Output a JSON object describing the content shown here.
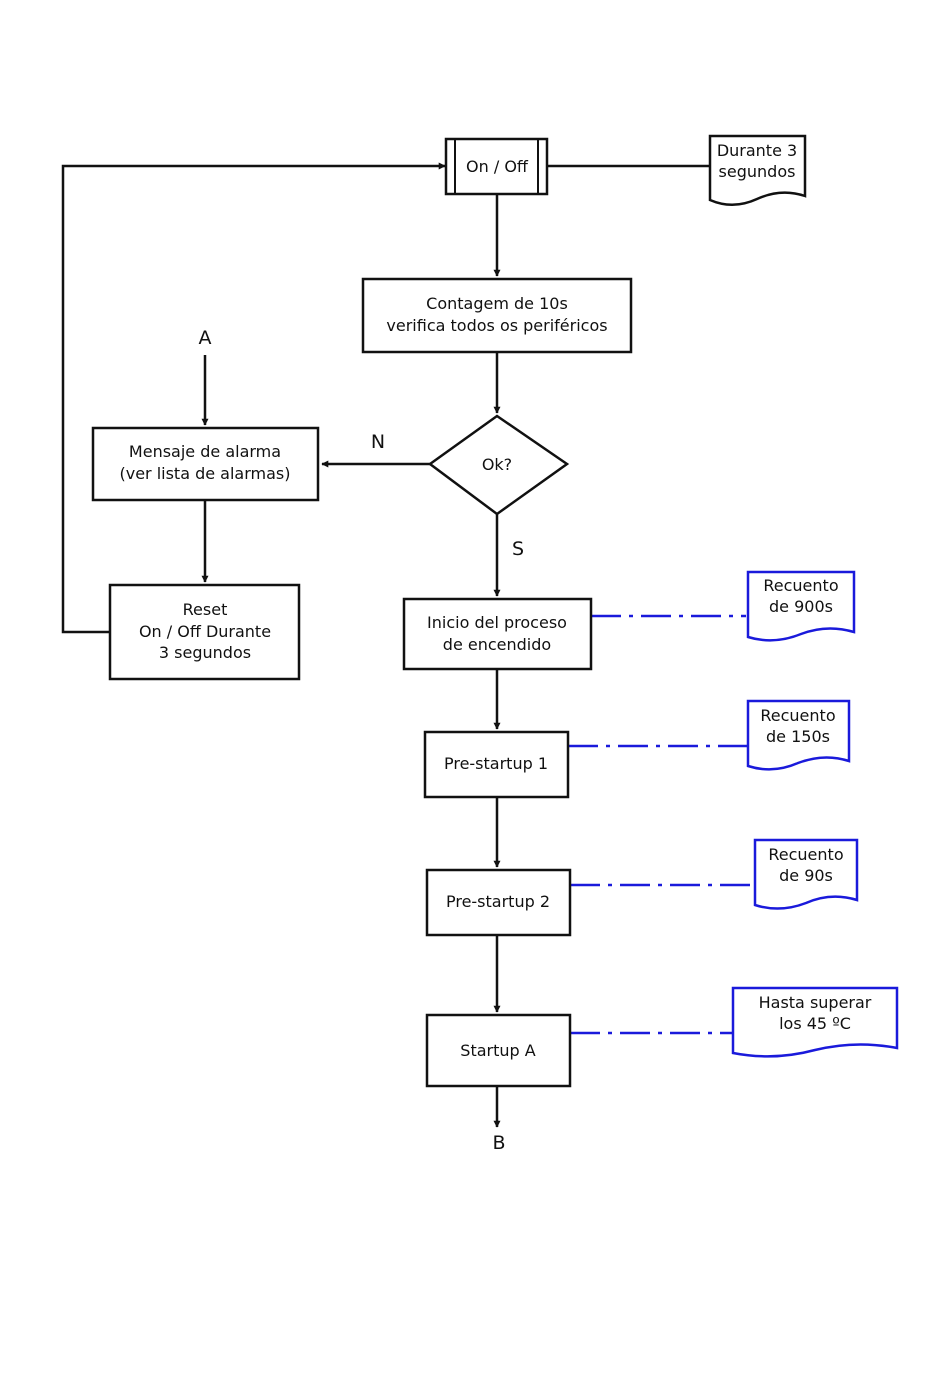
{
  "colors": {
    "line": "#111111",
    "annotation": "#1a1adb",
    "background": "#ffffff"
  },
  "nodes": {
    "on_off": {
      "label": "On / Off"
    },
    "count": {
      "line1": "Contagem de 10s",
      "line2": "verifica todos os periféricos"
    },
    "decision": {
      "label": "Ok?"
    },
    "alarm": {
      "line1": "Mensaje de alarma",
      "line2": "(ver lista de alarmas)"
    },
    "reset": {
      "line1": "Reset",
      "line2": "On / Off Durante",
      "line3": "3 segundos"
    },
    "ignition": {
      "line1": "Inicio del proceso",
      "line2": "de encendido"
    },
    "prestartup1": {
      "label": "Pre-startup 1"
    },
    "prestartup2": {
      "label": "Pre-startup 2"
    },
    "startup_a": {
      "label": "Startup A"
    }
  },
  "connectors": {
    "a": "A",
    "b": "B"
  },
  "edge_labels": {
    "no": "N",
    "yes": "S"
  },
  "notes": {
    "on_off": {
      "line1": "Durante 3",
      "line2": "segundos"
    },
    "ignition": {
      "line1": "Recuento",
      "line2": "de 900s"
    },
    "prestartup1": {
      "line1": "Recuento",
      "line2": "de 150s"
    },
    "prestartup2": {
      "line1": "Recuento",
      "line2": "de 90s"
    },
    "startup_a": {
      "line1": "Hasta superar",
      "line2": "los 45 ºC"
    }
  }
}
